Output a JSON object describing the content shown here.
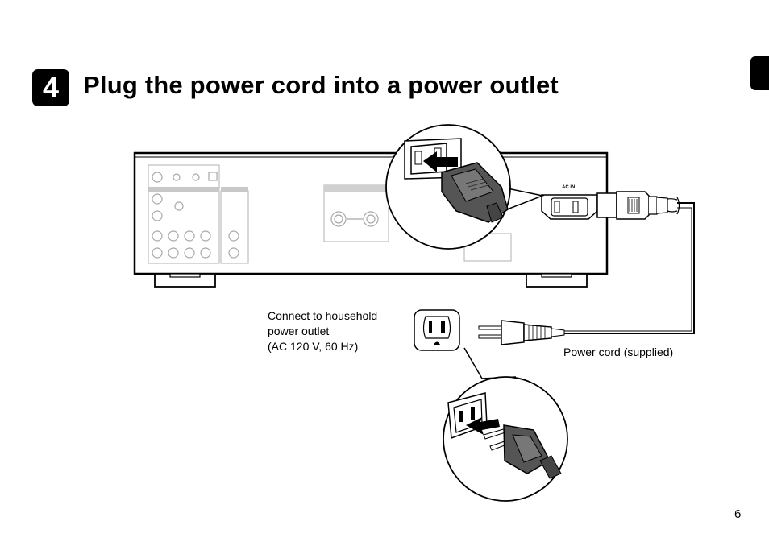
{
  "step": {
    "number": "4",
    "title": "Plug the power cord into a power outlet"
  },
  "rear_panel": {
    "ac_in_label": "AC IN"
  },
  "outlet_note": {
    "lines": [
      "Connect to household",
      "power outlet",
      "(AC 120 V, 60 Hz)"
    ]
  },
  "cord_label": "Power cord (supplied)",
  "page_number": "6",
  "colors": {
    "badge": "#000000",
    "line": "#000000",
    "panel_detail": "#b0b0b0",
    "plug_fill": "#555555"
  }
}
